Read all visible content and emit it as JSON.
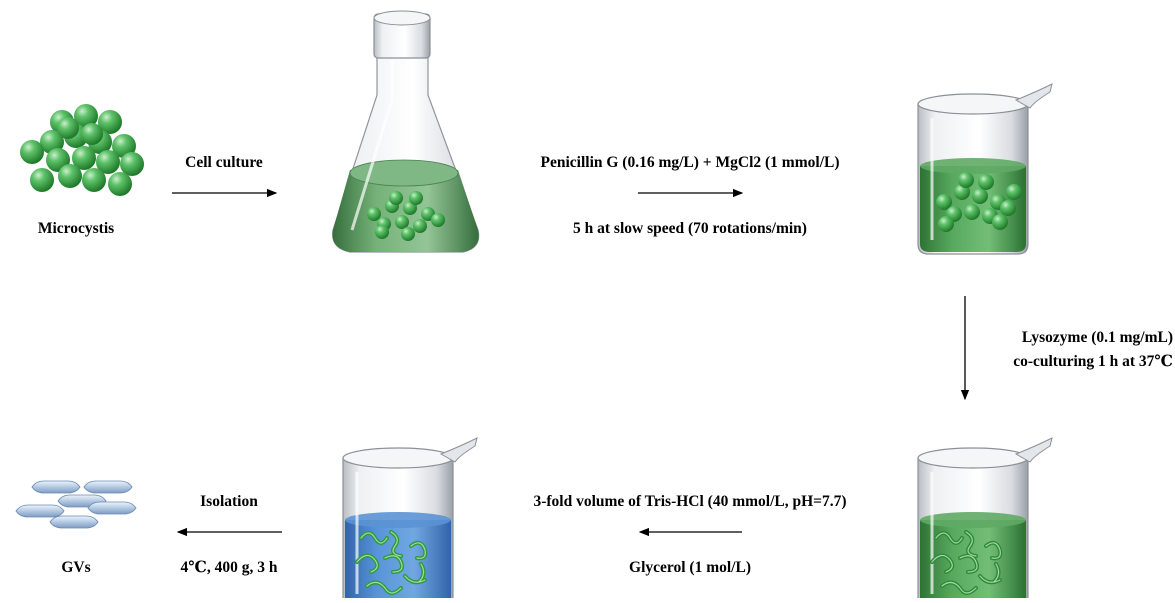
{
  "steps": {
    "microcystis": "Microcystis",
    "cell_culture": "Cell culture",
    "penicillin": "Penicillin G (0.16 mg/L) + MgCl2 (1 mmol/L)",
    "slow_speed": "5 h at slow speed (70 rotations/min)",
    "lysozyme": "Lysozyme (0.1 mg/mL)",
    "coculture": "co-culturing 1 h at 37℃",
    "tris": "3-fold volume of Tris-HCl (40 mmol/L, pH=7.7)",
    "glycerol": "Glycerol (1 mol/L)",
    "isolation": "Isolation",
    "centrifuge": "4℃, 400 g, 3 h",
    "gvs": "GVs"
  },
  "colors": {
    "cell_green": "#3fae4a",
    "culture_medium": "#5b9a62",
    "buffer_blue": "#3f7fd0",
    "filament_green": "#3a9a3f",
    "vesicle_blue": "#b8cde6",
    "glass": "#e6e9ec"
  },
  "icons": [
    "microcystis-cells-icon",
    "erlenmeyer-flask-icon",
    "beaker-icon",
    "gas-vesicle-icon"
  ]
}
